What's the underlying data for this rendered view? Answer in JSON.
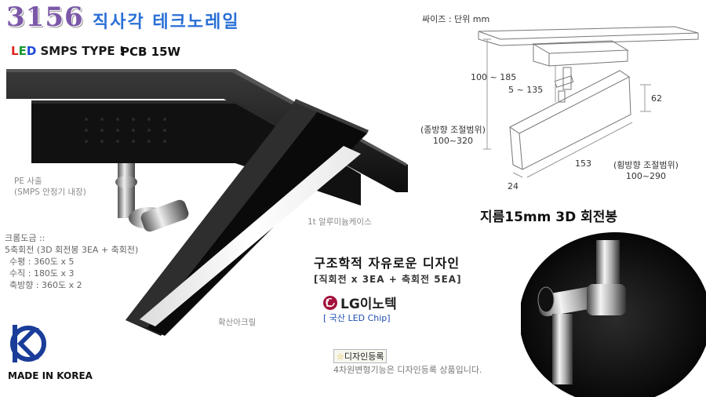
{
  "header": {
    "model": "3156",
    "title": "직사각 테크노레일",
    "led_letters": [
      "L",
      "E",
      "D"
    ],
    "led_rest": " SMPS TYPE !",
    "pcb": "PCB 15W"
  },
  "callouts": {
    "pe": [
      "PE 사출",
      "(SMPS 안정기 내장)"
    ],
    "coating": [
      "크롬도금 ::",
      "5축회전 (3D 회전봉 3EA + 축회전)",
      "수평 : 360도 x 5",
      "수직 : 180도 x 3",
      "축방향 : 360도 x 2"
    ],
    "alu": "1t 알루미늄케이스",
    "acrylic": "확산아크릴"
  },
  "dimensions": {
    "unit_label": "싸이즈 : 단위 mm",
    "h_total": "100 ~ 185",
    "h_stem": "5 ~ 135",
    "h_box": "62",
    "vertical_adj": [
      "(종방향 조절범위)",
      "100~320"
    ],
    "horizontal_adj": [
      "(횡방향 조절범위)",
      "100~290"
    ],
    "length": "153",
    "width": "24"
  },
  "rotation": {
    "heading": "지름15mm 3D 회전봉"
  },
  "design": {
    "headline": "구조학적 자유로운 디자인",
    "sub": "[직회전 x 3EA + 축회전 5EA]",
    "lg_brand": "LG이노텍",
    "chip": "[ 국산 LED Chip]",
    "badge_star": "☆",
    "badge": "디자인등록",
    "note": "4차원변형기능은 디자인등록 상품입니다."
  },
  "footer": {
    "made": "MADE IN KOREA"
  },
  "colors": {
    "model": "#7b58a8",
    "title": "#2a6fd6",
    "lg": "#a3123c"
  }
}
